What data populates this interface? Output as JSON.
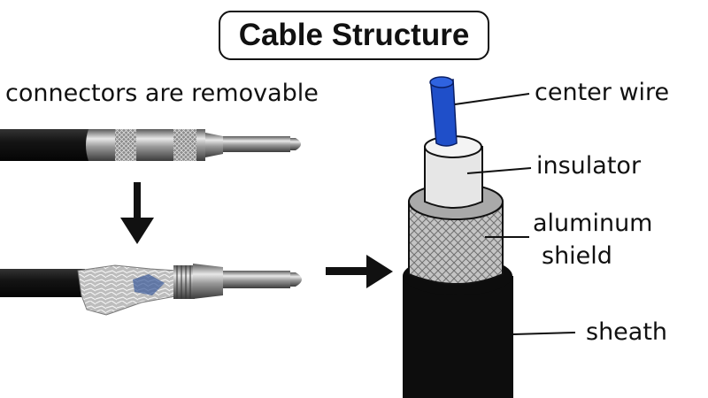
{
  "title": "Cable Structure",
  "caption": "connectors are removable",
  "labels": {
    "center_wire": "center wire",
    "insulator": "insulator",
    "shield_line1": "aluminum",
    "shield_line2": "shield",
    "sheath": "sheath"
  },
  "colors": {
    "center_wire": "#1f4fc9",
    "insulator": "#e6e6e6",
    "shield": "#b8b8b8",
    "sheath": "#0d0d0d",
    "cable": "#141414",
    "connector_metal": "#9a9a9a"
  }
}
